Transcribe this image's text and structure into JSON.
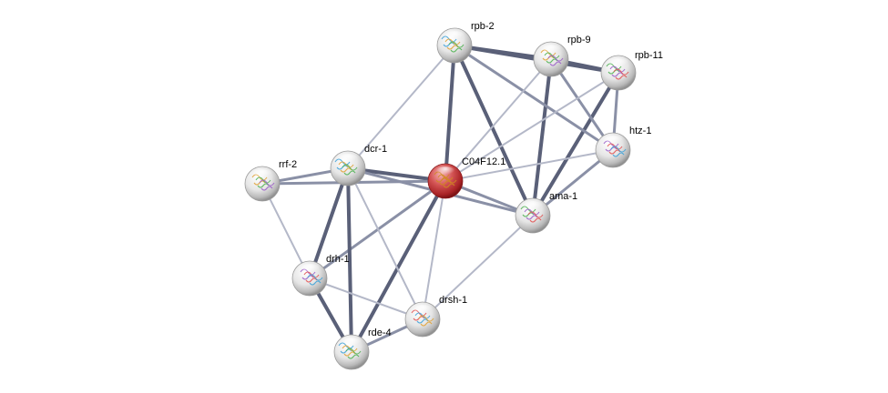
{
  "nodes": [
    {
      "id": "rpb-2",
      "label": "rpb-2",
      "query": false
    },
    {
      "id": "rpb-9",
      "label": "rpb-9",
      "query": false
    },
    {
      "id": "rpb-11",
      "label": "rpb-11",
      "query": false
    },
    {
      "id": "htz-1",
      "label": "htz-1",
      "query": false
    },
    {
      "id": "C04F12.1",
      "label": "C04F12.1",
      "query": true
    },
    {
      "id": "dcr-1",
      "label": "dcr-1",
      "query": false
    },
    {
      "id": "rrf-2",
      "label": "rrf-2",
      "query": false
    },
    {
      "id": "ama-1",
      "label": "ama-1",
      "query": false
    },
    {
      "id": "drh-1",
      "label": "drh-1",
      "query": false
    },
    {
      "id": "drsh-1",
      "label": "drsh-1",
      "query": false
    },
    {
      "id": "rde-4",
      "label": "rde-4",
      "query": false
    }
  ],
  "edges": [
    {
      "a": "rpb-2",
      "b": "rpb-9",
      "strength": "strong"
    },
    {
      "a": "rpb-9",
      "b": "rpb-11",
      "strength": "strong"
    },
    {
      "a": "rpb-2",
      "b": "rpb-11",
      "strength": "strong"
    },
    {
      "a": "rpb-2",
      "b": "ama-1",
      "strength": "strong"
    },
    {
      "a": "rpb-9",
      "b": "ama-1",
      "strength": "strong"
    },
    {
      "a": "rpb-11",
      "b": "ama-1",
      "strength": "strong"
    },
    {
      "a": "rpb-2",
      "b": "htz-1",
      "strength": "medium"
    },
    {
      "a": "rpb-9",
      "b": "htz-1",
      "strength": "medium"
    },
    {
      "a": "rpb-11",
      "b": "htz-1",
      "strength": "medium"
    },
    {
      "a": "htz-1",
      "b": "ama-1",
      "strength": "medium"
    },
    {
      "a": "rpb-2",
      "b": "C04F12.1",
      "strength": "strong"
    },
    {
      "a": "rpb-2",
      "b": "dcr-1",
      "strength": "weak"
    },
    {
      "a": "C04F12.1",
      "b": "rpb-9",
      "strength": "weak"
    },
    {
      "a": "C04F12.1",
      "b": "rpb-11",
      "strength": "weak"
    },
    {
      "a": "C04F12.1",
      "b": "htz-1",
      "strength": "weak"
    },
    {
      "a": "C04F12.1",
      "b": "ama-1",
      "strength": "medium"
    },
    {
      "a": "C04F12.1",
      "b": "dcr-1",
      "strength": "strong"
    },
    {
      "a": "C04F12.1",
      "b": "rrf-2",
      "strength": "medium"
    },
    {
      "a": "C04F12.1",
      "b": "drh-1",
      "strength": "medium"
    },
    {
      "a": "C04F12.1",
      "b": "drsh-1",
      "strength": "weak"
    },
    {
      "a": "C04F12.1",
      "b": "rde-4",
      "strength": "strong"
    },
    {
      "a": "dcr-1",
      "b": "rrf-2",
      "strength": "medium"
    },
    {
      "a": "dcr-1",
      "b": "ama-1",
      "strength": "medium"
    },
    {
      "a": "dcr-1",
      "b": "drh-1",
      "strength": "strong"
    },
    {
      "a": "dcr-1",
      "b": "rde-4",
      "strength": "strong"
    },
    {
      "a": "dcr-1",
      "b": "drsh-1",
      "strength": "weak"
    },
    {
      "a": "rrf-2",
      "b": "drh-1",
      "strength": "weak"
    },
    {
      "a": "drh-1",
      "b": "rde-4",
      "strength": "strong"
    },
    {
      "a": "drh-1",
      "b": "drsh-1",
      "strength": "weak"
    },
    {
      "a": "rde-4",
      "b": "drsh-1",
      "strength": "medium"
    },
    {
      "a": "drsh-1",
      "b": "ama-1",
      "strength": "weak"
    }
  ],
  "colors": {
    "edge_strong": "#5a6078",
    "edge_medium": "#8a90a6",
    "edge_weak": "#b4b8c8",
    "node_gray": "#d8d8d8",
    "node_query": "#c0383a",
    "label": "#000000"
  }
}
